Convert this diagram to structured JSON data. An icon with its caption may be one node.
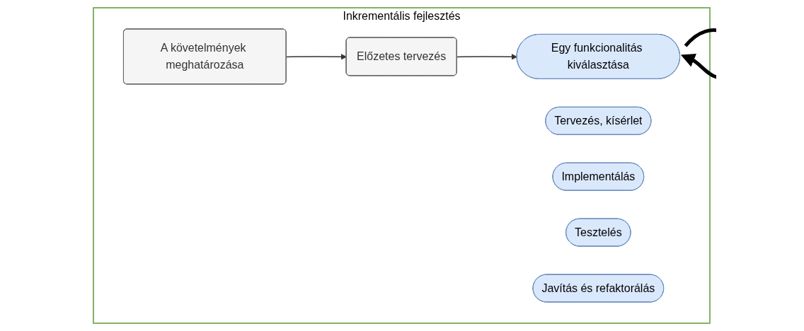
{
  "diagram": {
    "nodes": [
      {
        "text": [
          "Inkrementális fejlesztés"
        ]
      },
      {
        "text": [
          "A követelmények meghatározása"
        ],
        "in": 0
      },
      {
        "text": [
          "Előzetes tervezés"
        ],
        "in": 0
      },
      {
        "text": [
          "Tervezés, kísérlet"
        ],
        "in": 0
      },
      {
        "text": [
          "Implementálás"
        ],
        "in": 0
      },
      {
        "text": [
          "Egy funkcionalitás kiválasztása"
        ],
        "in": 0
      },
      {
        "text": [
          "Tesztelés"
        ],
        "in": 0
      },
      {
        "text": [
          "Javítás és refaktorálás"
        ],
        "in": 0
      }
    ],
    "edges": [
      {
        "from": 1,
        "to": 2,
        "arrow": "to"
      },
      {
        "from": 2,
        "to": 5,
        "arrow": "to"
      }
    ]
  }
}
